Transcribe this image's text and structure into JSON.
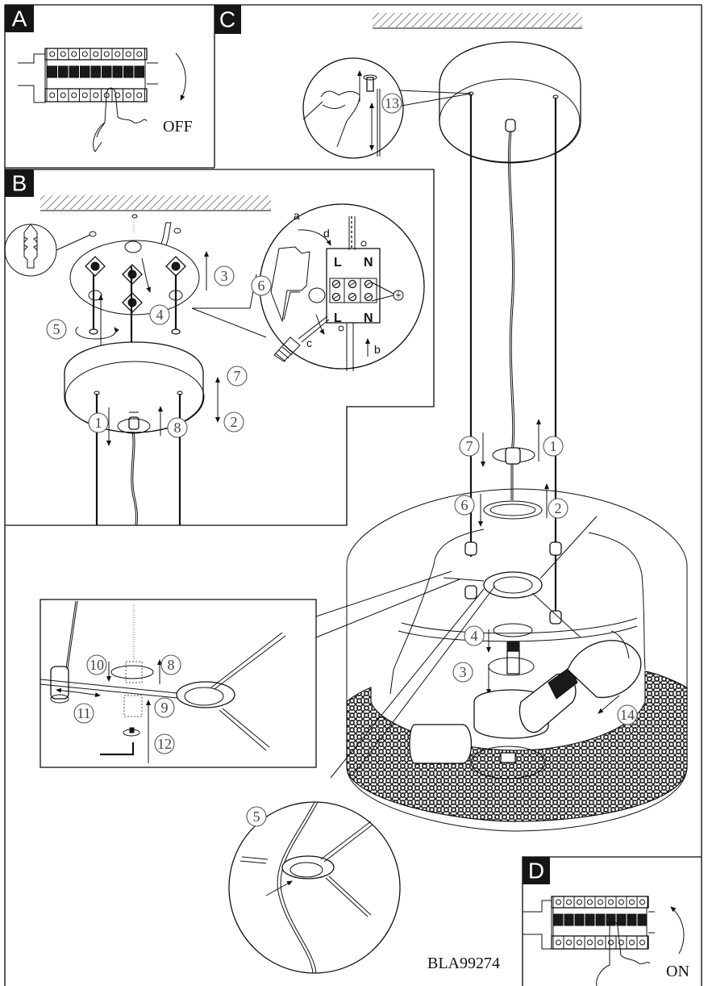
{
  "document": {
    "type": "pendant light installation instructions",
    "model_code": "BLA99274"
  },
  "panels": [
    {
      "id": "A",
      "letter": "A",
      "caption": "OFF",
      "description": "Switch off circuit breaker"
    },
    {
      "id": "B",
      "letter": "B",
      "description": "Mount ceiling plate and connect wiring"
    },
    {
      "id": "C",
      "letter": "C",
      "description": "Suspend and assemble lamp body"
    },
    {
      "id": "D",
      "letter": "D",
      "caption": "ON",
      "description": "Switch on circuit breaker"
    }
  ],
  "panel_b": {
    "steps": [
      "1",
      "2",
      "3",
      "4",
      "5",
      "6",
      "7",
      "8"
    ],
    "terminal_detail": {
      "callouts": [
        "a",
        "b",
        "c",
        "d"
      ],
      "terminal_labels_top": [
        "L",
        "N"
      ],
      "terminal_labels_bottom": [
        "L",
        "N"
      ],
      "earth_symbol": "⏚",
      "step": "6"
    }
  },
  "panel_c": {
    "cable_detail_step": "13",
    "steps_main": [
      "7",
      "1",
      "6",
      "2",
      "4",
      "3",
      "14"
    ],
    "bulb_step": "14"
  },
  "detail_box": {
    "steps": [
      "10",
      "8",
      "11",
      "9",
      "12"
    ]
  },
  "detail_circle": {
    "step": "5"
  },
  "icons": [
    "circuit-breaker-icon",
    "hand-icon",
    "wall-plug-icon",
    "screwdriver-icon",
    "allen-key-icon",
    "earth-ground-icon",
    "light-bulb-icon"
  ]
}
